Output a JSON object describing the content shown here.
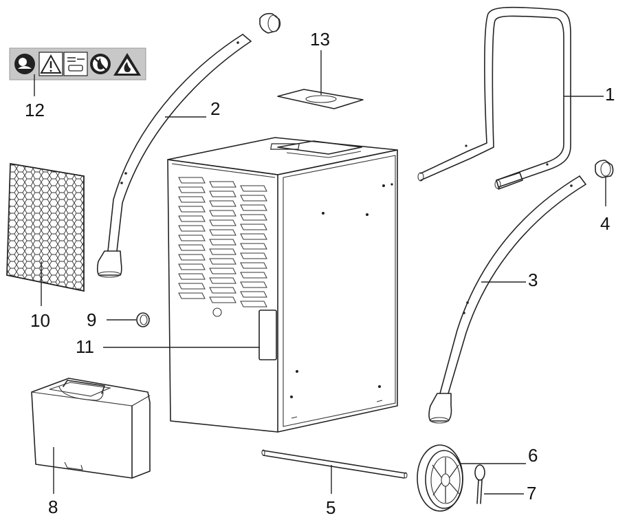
{
  "labels": {
    "p1": "1",
    "p2": "2",
    "p3": "3",
    "p4": "4",
    "p5": "5",
    "p6": "6",
    "p7": "7",
    "p8": "8",
    "p9": "9",
    "p10": "10",
    "p11": "11",
    "p12": "12",
    "p13": "13"
  },
  "colors": {
    "line": "#222222",
    "label_strip": "#c8c8c8",
    "background": "#ffffff"
  },
  "warning_icons": [
    "protective-gear-icon",
    "warning-triangle-icon",
    "read-manual-icon",
    "no-fire-icon",
    "flammable-icon"
  ]
}
